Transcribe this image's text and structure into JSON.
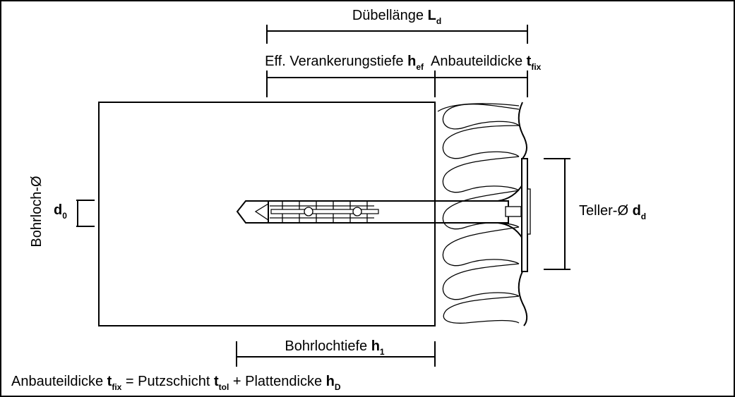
{
  "labels": {
    "duebellaenge": {
      "text": "Dübellänge ",
      "sym": "L",
      "sub": "d"
    },
    "verankerung": {
      "text": "Eff. Verankerungstiefe ",
      "sym": "h",
      "sub": "ef"
    },
    "anbauteil_top": {
      "text": "Anbauteildicke ",
      "sym": "t",
      "sub": "fix"
    },
    "teller": {
      "text": "Teller-Ø ",
      "sym": "d",
      "sub": "d"
    },
    "bohrloch": {
      "text": "Bohrloch-Ø"
    },
    "d0": {
      "sym": "d",
      "sub": "0"
    },
    "bohrlochtiefe": {
      "text": "Bohrlochtiefe ",
      "sym": "h",
      "sub": "1"
    }
  },
  "formula": {
    "part1": "Anbauteildicke ",
    "t1": "t",
    "t1_sub": "fix",
    "part2": " = Putzschicht ",
    "t2": "t",
    "t2_sub": "tol",
    "part3": " + Plattendicke ",
    "t3": "h",
    "t3_sub": "D"
  }
}
